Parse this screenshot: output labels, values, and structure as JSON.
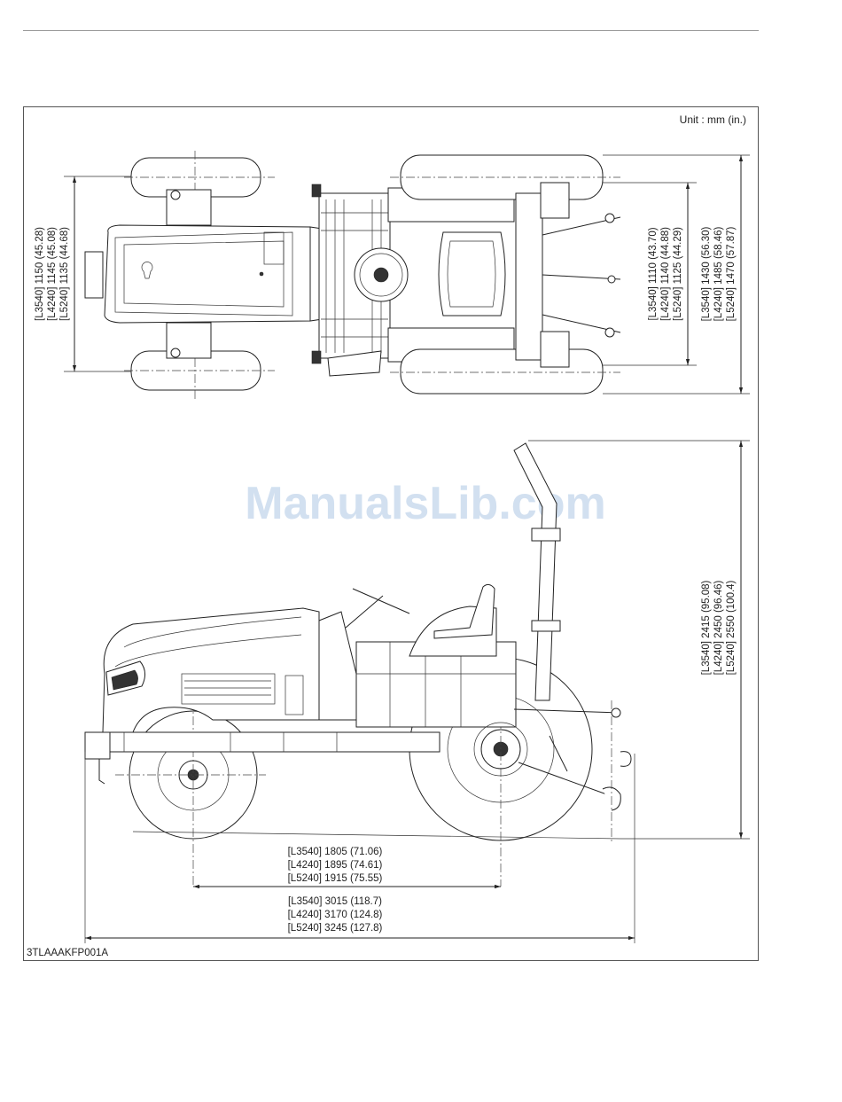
{
  "unit_label": "Unit : mm (in.)",
  "figure_code": "3TLAAAKFP001A",
  "watermark": "ManualsLib.com",
  "dimensions": {
    "front_tread": [
      "[L3540] 1150 (45.28)",
      "[L4240] 1145 (45.08)",
      "[L5240] 1135 (44.68)"
    ],
    "rear_tread": [
      "[L3540] 1110 (43.70)",
      "[L4240] 1140 (44.88)",
      "[L5240] 1125 (44.29)"
    ],
    "overall_width": [
      "[L3540] 1430 (56.30)",
      "[L4240] 1485 (58.46)",
      "[L5240] 1470 (57.87)"
    ],
    "overall_height": [
      "[L3540] 2415 (95.08)",
      "[L4240] 2450 (96.46)",
      "[L5240] 2550 (100.4)"
    ],
    "wheelbase": [
      "[L3540] 1805 (71.06)",
      "[L4240] 1895 (74.61)",
      "[L5240] 1915 (75.55)"
    ],
    "overall_length": [
      "[L3540] 3015 (118.7)",
      "[L4240] 3170 (124.8)",
      "[L5240] 3245 (127.8)"
    ]
  }
}
